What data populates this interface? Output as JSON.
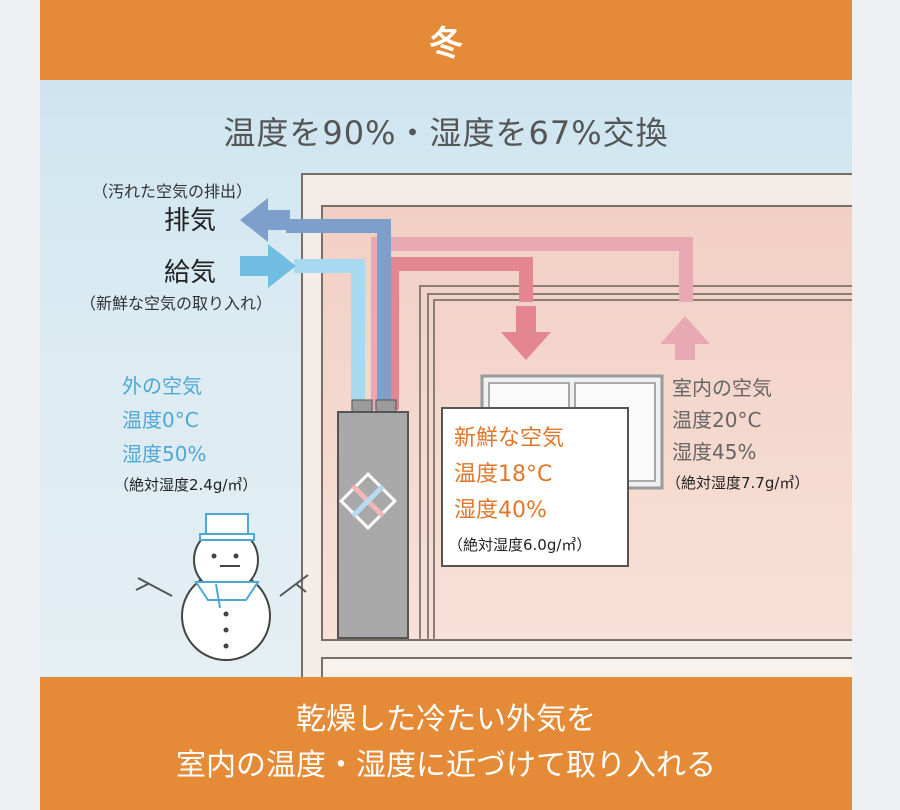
{
  "season": "冬",
  "headline": "温度を90%・湿度を67%交換",
  "exhaust": {
    "note": "（汚れた空気の排出）",
    "label": "排気"
  },
  "supply": {
    "label": "給気",
    "note": "（新鮮な空気の取り入れ）"
  },
  "outside": {
    "title": "外の空気",
    "temp": "温度0°C",
    "humidity": "湿度50%",
    "absolute": "（絶対湿度2.4g/㎥）"
  },
  "fresh": {
    "title": "新鮮な空気",
    "temp": "温度18°C",
    "humidity": "湿度40%",
    "absolute": "（絶対湿度6.0g/㎥）"
  },
  "indoor": {
    "title": "室内の空気",
    "temp": "温度20°C",
    "humidity": "湿度45%",
    "absolute": "（絶対湿度7.7g/㎥）"
  },
  "summary": {
    "line1": "乾燥した冷たい外気を",
    "line2": "室内の温度・湿度に近づけて取り入れる"
  },
  "colors": {
    "banner": "#e58a37",
    "exhaust_blue": "#7e9fcc",
    "supply_blue": "#70bde3",
    "warm_pink": "#e4868f",
    "light_pink": "#e9a9b4",
    "outside_text": "#4fa7d4",
    "fresh_text": "#e0772a",
    "indoor_text": "#666666"
  }
}
